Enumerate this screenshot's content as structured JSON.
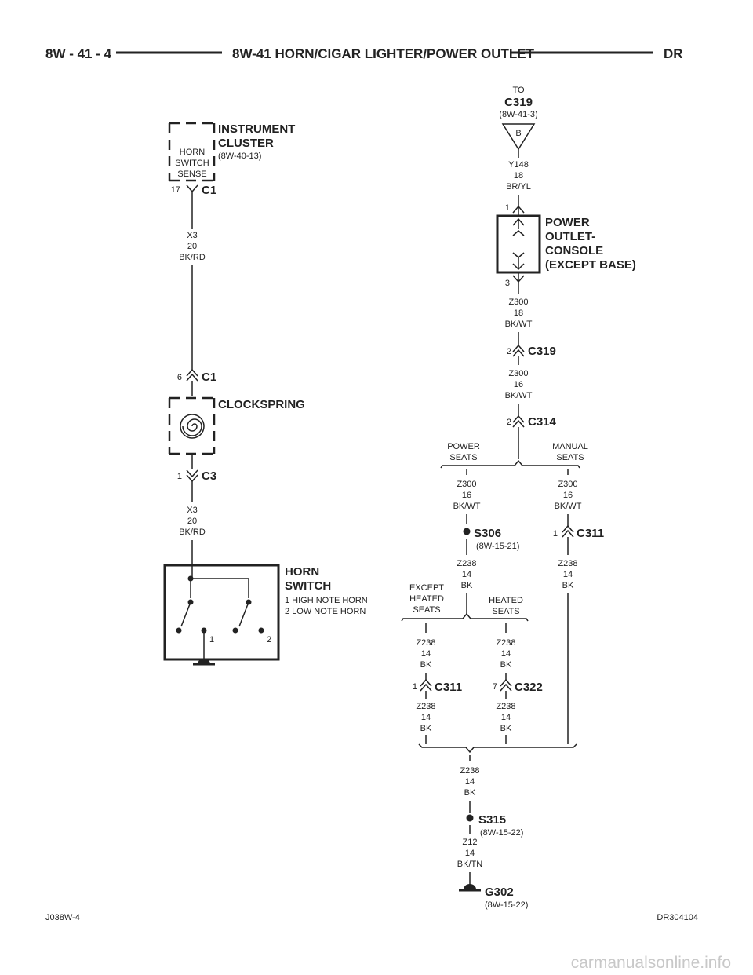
{
  "header": {
    "page_ref": "8W - 41 - 4",
    "title": "8W-41 HORN/CIGAR LIGHTER/POWER OUTLET",
    "model": "DR"
  },
  "footer": {
    "left_code": "J038W-4",
    "right_code": "DR304104",
    "watermark": "carmanualsonline.info"
  },
  "instrument_cluster": {
    "name_line1": "INSTRUMENT",
    "name_line2": "CLUSTER",
    "ref": "(8W-40-13)",
    "inner_line1": "HORN",
    "inner_line2": "SWITCH",
    "inner_line3": "SENSE",
    "pin": "17",
    "connector": "C1"
  },
  "wire_x3_upper": {
    "circuit": "X3",
    "gauge": "20",
    "color": "BK/RD"
  },
  "clockspring": {
    "name": "CLOCKSPRING",
    "top_pin": "6",
    "top_connector": "C1",
    "bottom_pin": "1",
    "bottom_connector": "C3"
  },
  "wire_x3_lower": {
    "circuit": "X3",
    "gauge": "20",
    "color": "BK/RD"
  },
  "horn_switch": {
    "name_line1": "HORN",
    "name_line2": "SWITCH",
    "desc_line1": "1 HIGH NOTE HORN",
    "desc_line2": "2 LOW NOTE HORN",
    "contact1": "1",
    "contact2": "2"
  },
  "to_c319": {
    "to": "TO",
    "connector": "C319",
    "ref": "(8W-41-3)",
    "pin": "B"
  },
  "wire_y148": {
    "circuit": "Y148",
    "gauge": "18",
    "color": "BR/YL"
  },
  "power_outlet": {
    "name_line1": "POWER",
    "name_line2": "OUTLET-",
    "name_line3": "CONSOLE",
    "name_line4": "(EXCEPT BASE)",
    "pin_top": "1",
    "pin_bottom": "3"
  },
  "wire_z300_a": {
    "circuit": "Z300",
    "gauge": "18",
    "color": "BK/WT"
  },
  "c319": {
    "pin": "2",
    "connector": "C319"
  },
  "wire_z300_b": {
    "circuit": "Z300",
    "gauge": "16",
    "color": "BK/WT"
  },
  "c314": {
    "pin": "2",
    "connector": "C314"
  },
  "branch_seats": {
    "left_line1": "POWER",
    "left_line2": "SEATS",
    "right_line1": "MANUAL",
    "right_line2": "SEATS"
  },
  "wire_z300_power": {
    "circuit": "Z300",
    "gauge": "16",
    "color": "BK/WT"
  },
  "wire_z300_manual": {
    "circuit": "Z300",
    "gauge": "16",
    "color": "BK/WT"
  },
  "s306": {
    "name": "S306",
    "ref": "(8W-15-21)"
  },
  "c311_right": {
    "pin": "1",
    "connector": "C311"
  },
  "wire_z238_s306": {
    "circuit": "Z238",
    "gauge": "14",
    "color": "BK"
  },
  "wire_z238_right": {
    "circuit": "Z238",
    "gauge": "14",
    "color": "BK"
  },
  "branch_heated": {
    "left_line1": "EXCEPT",
    "left_line2": "HEATED",
    "left_line3": "SEATS",
    "right_line1": "HEATED",
    "right_line2": "SEATS"
  },
  "wire_z238_l1": {
    "circuit": "Z238",
    "gauge": "14",
    "color": "BK"
  },
  "wire_z238_r1": {
    "circuit": "Z238",
    "gauge": "14",
    "color": "BK"
  },
  "c311_left": {
    "pin": "1",
    "connector": "C311"
  },
  "c322": {
    "pin": "7",
    "connector": "C322"
  },
  "wire_z238_l2": {
    "circuit": "Z238",
    "gauge": "14",
    "color": "BK"
  },
  "wire_z238_r2": {
    "circuit": "Z238",
    "gauge": "14",
    "color": "BK"
  },
  "wire_z238_main": {
    "circuit": "Z238",
    "gauge": "14",
    "color": "BK"
  },
  "s315": {
    "name": "S315",
    "ref": "(8W-15-22)"
  },
  "wire_z12": {
    "circuit": "Z12",
    "gauge": "14",
    "color": "BK/TN"
  },
  "g302": {
    "name": "G302",
    "ref": "(8W-15-22)"
  }
}
